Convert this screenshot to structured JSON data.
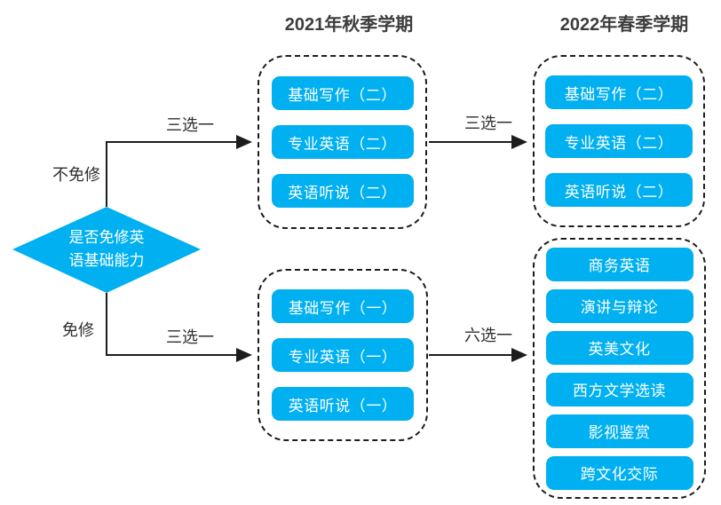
{
  "colors": {
    "accent": "#00B0F0",
    "line": "#1c1c1c",
    "heading_text": "#3d3d3d",
    "label_text": "#2e2e2e",
    "chip_text": "#ffffff"
  },
  "headers": {
    "fall_2021": "2021年秋季学期",
    "spring_2022": "2022年春季学期"
  },
  "decision": {
    "line1": "是否免修英",
    "line2": "语基础能力"
  },
  "branch_labels": {
    "not_exempt": "不免修",
    "exempt": "免修"
  },
  "edge_labels": {
    "fall_regular": "三选一",
    "spring_regular": "三选一",
    "fall_exempt": "三选一",
    "spring_elective": "六选一"
  },
  "boxes": {
    "fall_regular": {
      "courses": [
        "基础写作（二）",
        "专业英语（二）",
        "英语听说（二）"
      ]
    },
    "spring_regular": {
      "courses": [
        "基础写作（二）",
        "专业英语（二）",
        "英语听说（二）"
      ]
    },
    "fall_exempt": {
      "courses": [
        "基础写作（一）",
        "专业英语（一）",
        "英语听说（一）"
      ]
    },
    "spring_elective": {
      "courses": [
        "商务英语",
        "演讲与辩论",
        "英美文化",
        "西方文学选读",
        "影视鉴赏",
        "跨文化交际"
      ]
    }
  }
}
